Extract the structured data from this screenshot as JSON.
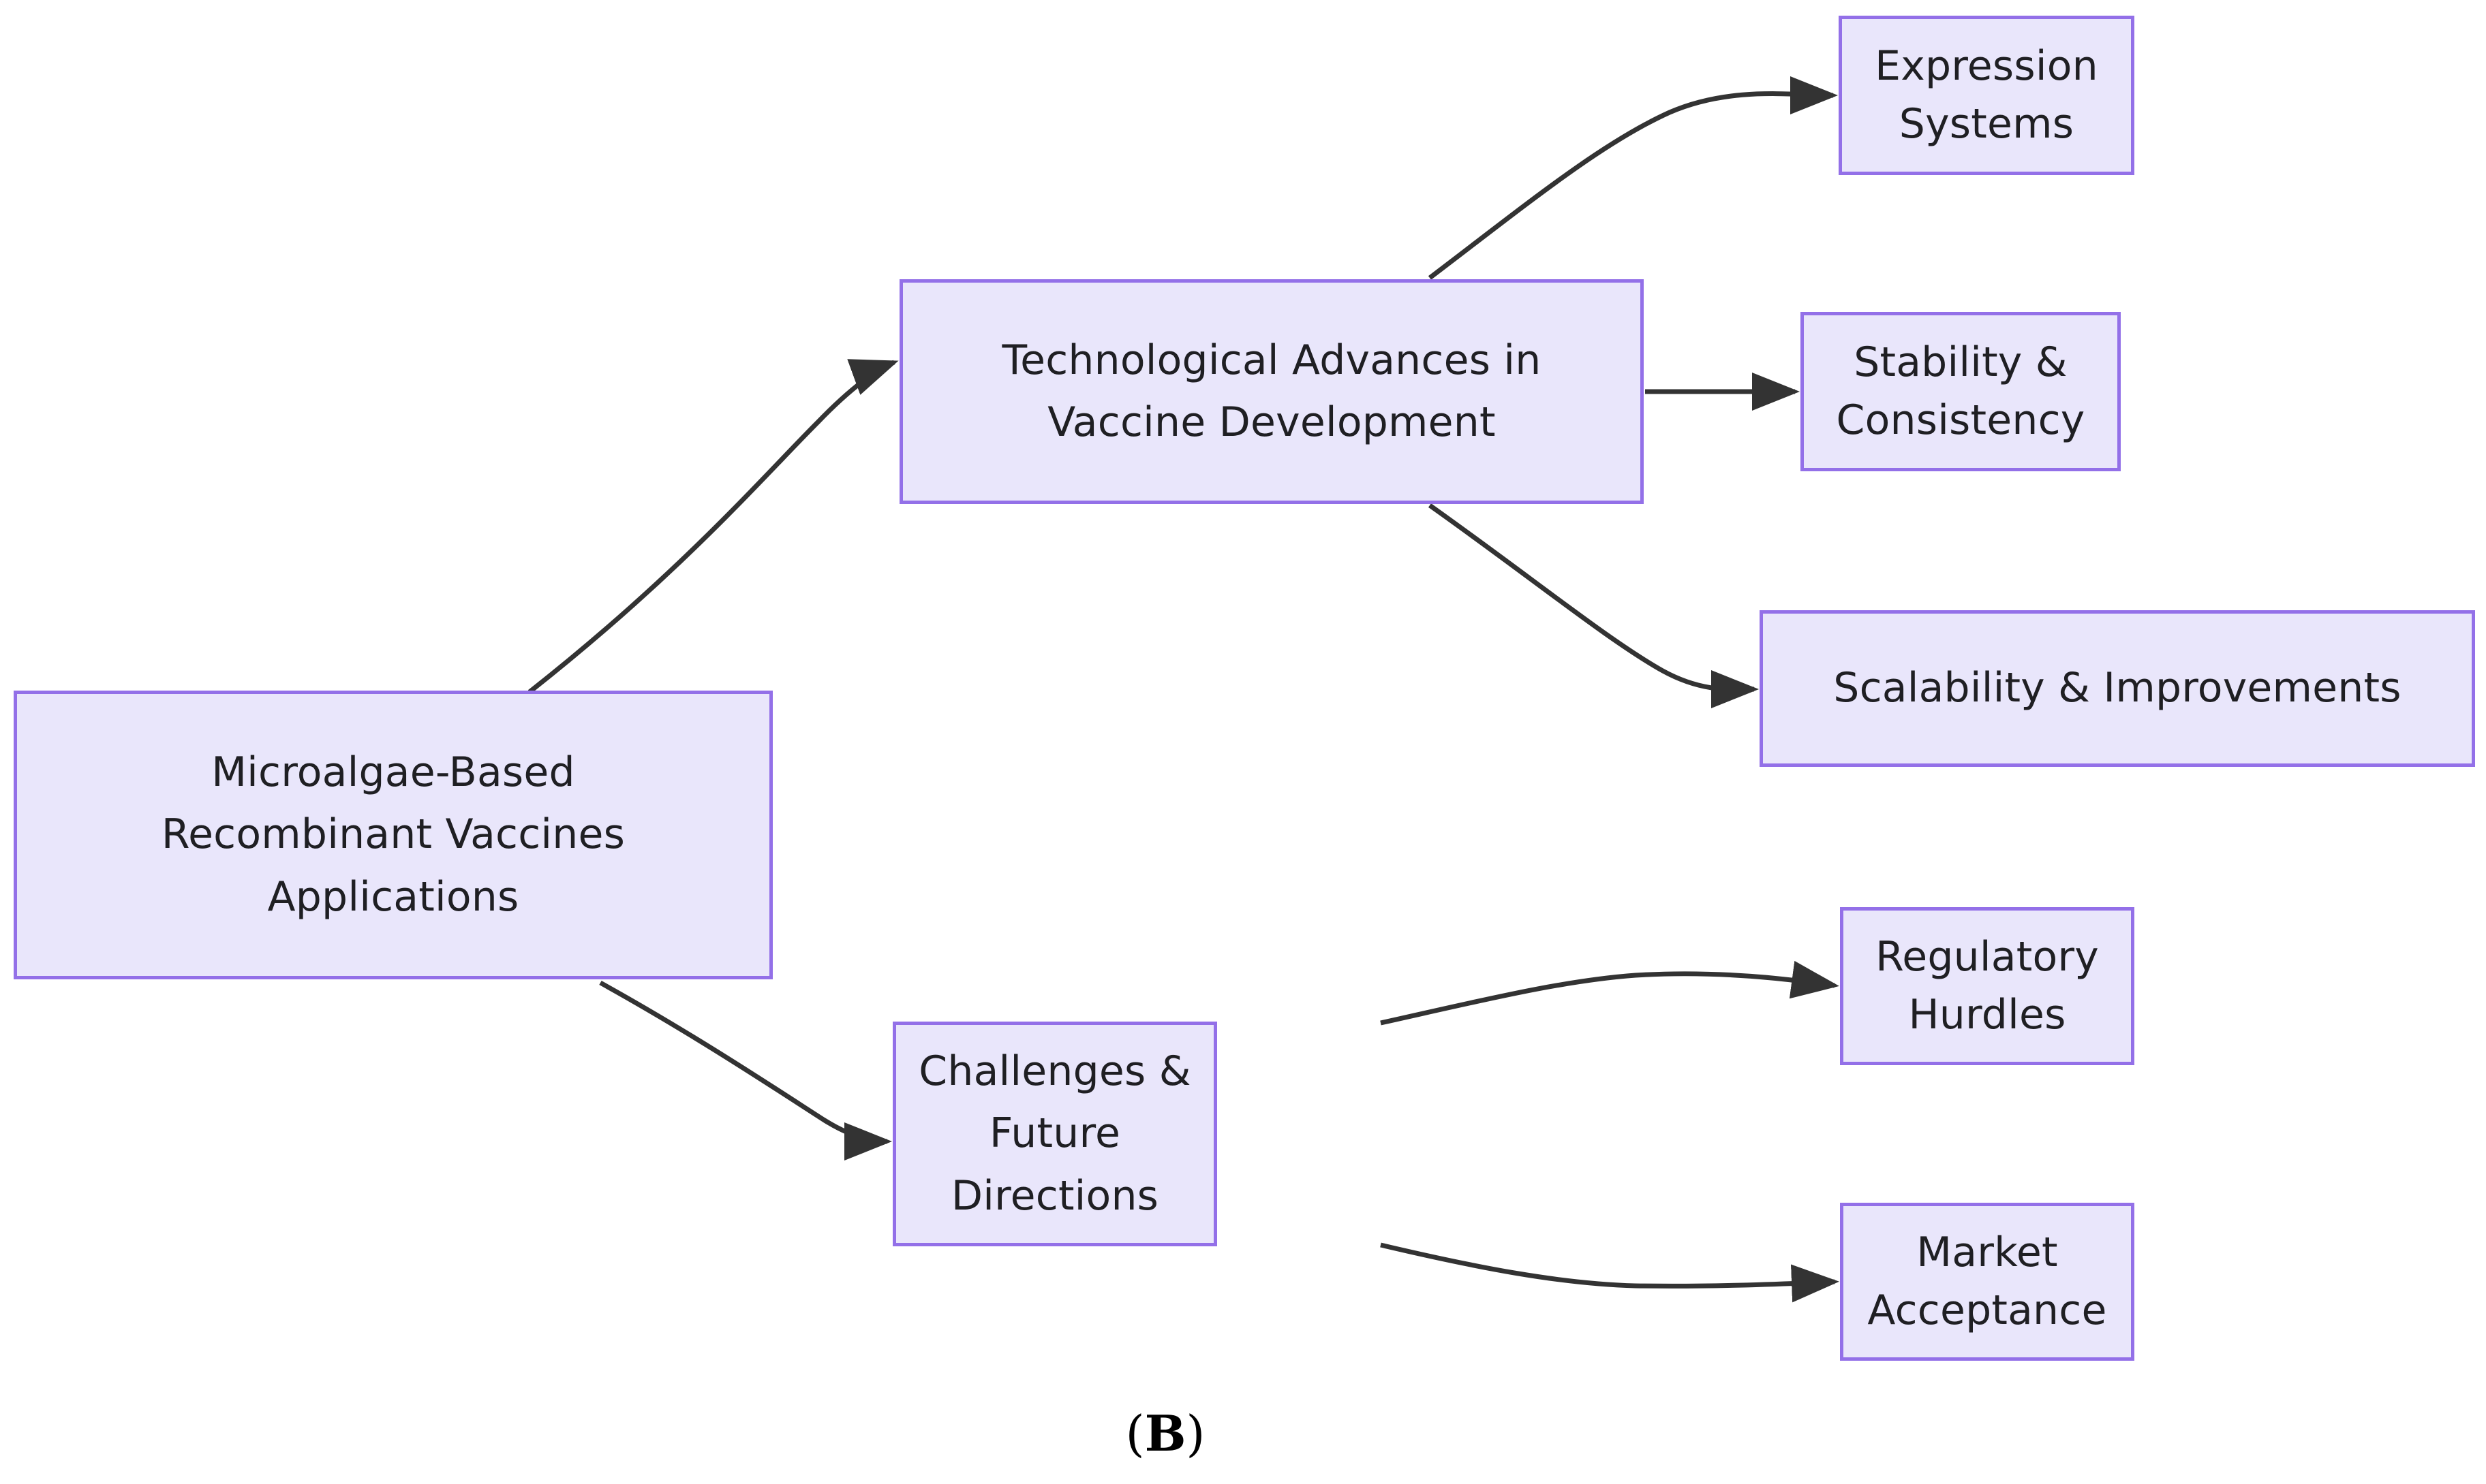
{
  "diagram": {
    "caption": "(B)",
    "caption_paren_open": "(",
    "caption_letter": "B",
    "caption_paren_close": ")",
    "colors": {
      "node_fill": "#E9E6FB",
      "node_border": "#9370E8",
      "edge_stroke": "#333333",
      "text": "#1f1f23",
      "background": "#FFFFFF"
    },
    "nodes": {
      "root": {
        "label": "Microalgae-Based\nRecombinant Vaccines\nApplications"
      },
      "tech": {
        "label": "Technological Advances in\nVaccine Development"
      },
      "expression_systems": {
        "label": "Expression Systems"
      },
      "stability_consistency": {
        "label": "Stability & Consistency"
      },
      "scalability_improvements": {
        "label": "Scalability & Improvements"
      },
      "challenges": {
        "label": "Challenges & Future\nDirections"
      },
      "regulatory_hurdles": {
        "label": "Regulatory Hurdles"
      },
      "market_acceptance": {
        "label": "Market Acceptance"
      }
    },
    "edges": [
      {
        "from": "root",
        "to": "tech",
        "style": "curved-arrow"
      },
      {
        "from": "root",
        "to": "challenges",
        "style": "curved-arrow"
      },
      {
        "from": "tech",
        "to": "expression_systems",
        "style": "curved-arrow"
      },
      {
        "from": "tech",
        "to": "stability_consistency",
        "style": "straight-arrow"
      },
      {
        "from": "tech",
        "to": "scalability_improvements",
        "style": "curved-arrow"
      },
      {
        "from": "challenges",
        "to": "regulatory_hurdles",
        "style": "curved-arrow"
      },
      {
        "from": "challenges",
        "to": "market_acceptance",
        "style": "curved-arrow"
      }
    ]
  }
}
